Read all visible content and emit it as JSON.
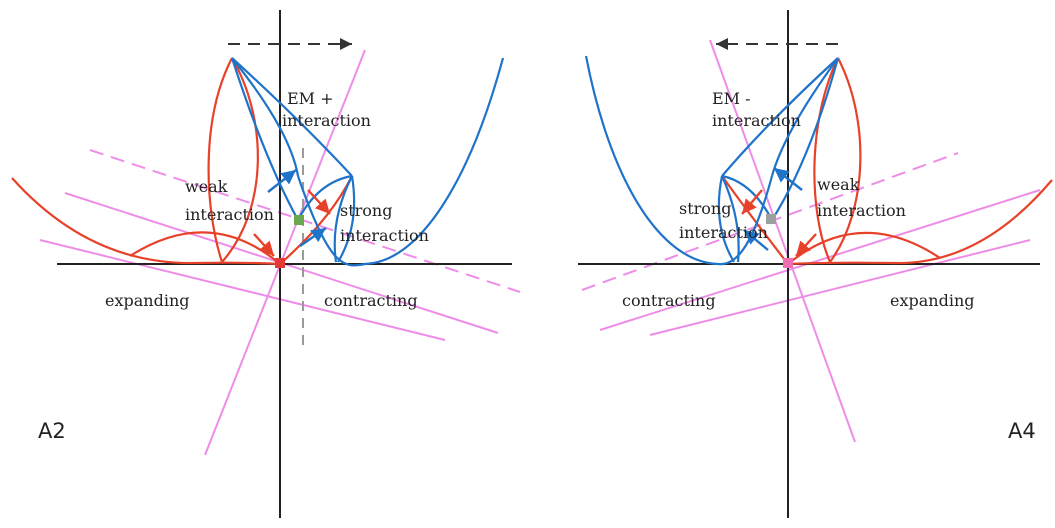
{
  "colors": {
    "blue": "#1f73c9",
    "red": "#e8412a",
    "pink": "#ee8de8",
    "axis": "#222222",
    "arrow_dash": "#333333",
    "dashed_gray": "#9a9a9a",
    "green_dot": "#6aa84f",
    "gray_dot": "#9aa0a0",
    "red_dot": "#e53935",
    "pink_dot": "#f06db0"
  },
  "left_panel": {
    "panel_label": "A2",
    "labels": {
      "em_1": "EM +",
      "em_2": "interaction",
      "weak_1": "weak",
      "weak_2": "interaction",
      "strong_1": "strong",
      "strong_2": "interaction",
      "left_region": "expanding",
      "right_region": "contracting"
    }
  },
  "right_panel": {
    "panel_label": "A4",
    "labels": {
      "em_1": "EM -",
      "em_2": "interaction",
      "weak_1": "weak",
      "weak_2": "interaction",
      "strong_1": "strong",
      "strong_2": "interaction",
      "left_region": "contracting",
      "right_region": "expanding"
    }
  }
}
